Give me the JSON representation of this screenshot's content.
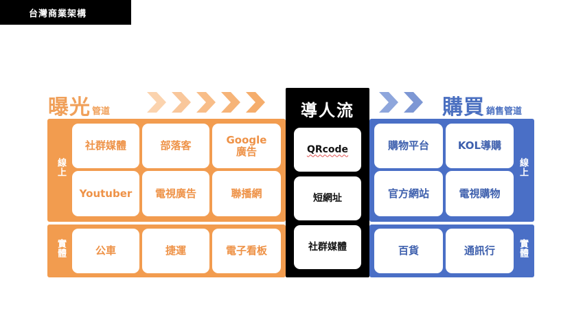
{
  "header": {
    "title": "台灣商業架構"
  },
  "exposure": {
    "title_big": "曝光",
    "title_small": "管道"
  },
  "center": {
    "title": "導人流",
    "items": [
      "QRcode",
      "短網址",
      "社群媒體"
    ]
  },
  "purchase": {
    "title_big": "購買",
    "title_small": "銷售管道"
  },
  "labels": {
    "online": "線上",
    "physical": "實體"
  },
  "exposure_online": [
    "社群媒體",
    "部落客",
    "Google\n廣告",
    "Youtuber",
    "電視廣告",
    "聯播網"
  ],
  "exposure_physical": [
    "公車",
    "捷運",
    "電子看板"
  ],
  "purchase_online": [
    "購物平台",
    "KOL導購",
    "官方網站",
    "電視購物"
  ],
  "purchase_physical": [
    "百貨",
    "通訊行"
  ],
  "colors": {
    "orange": "#f29c4f",
    "blue": "#4a6fc6",
    "black": "#000000"
  }
}
